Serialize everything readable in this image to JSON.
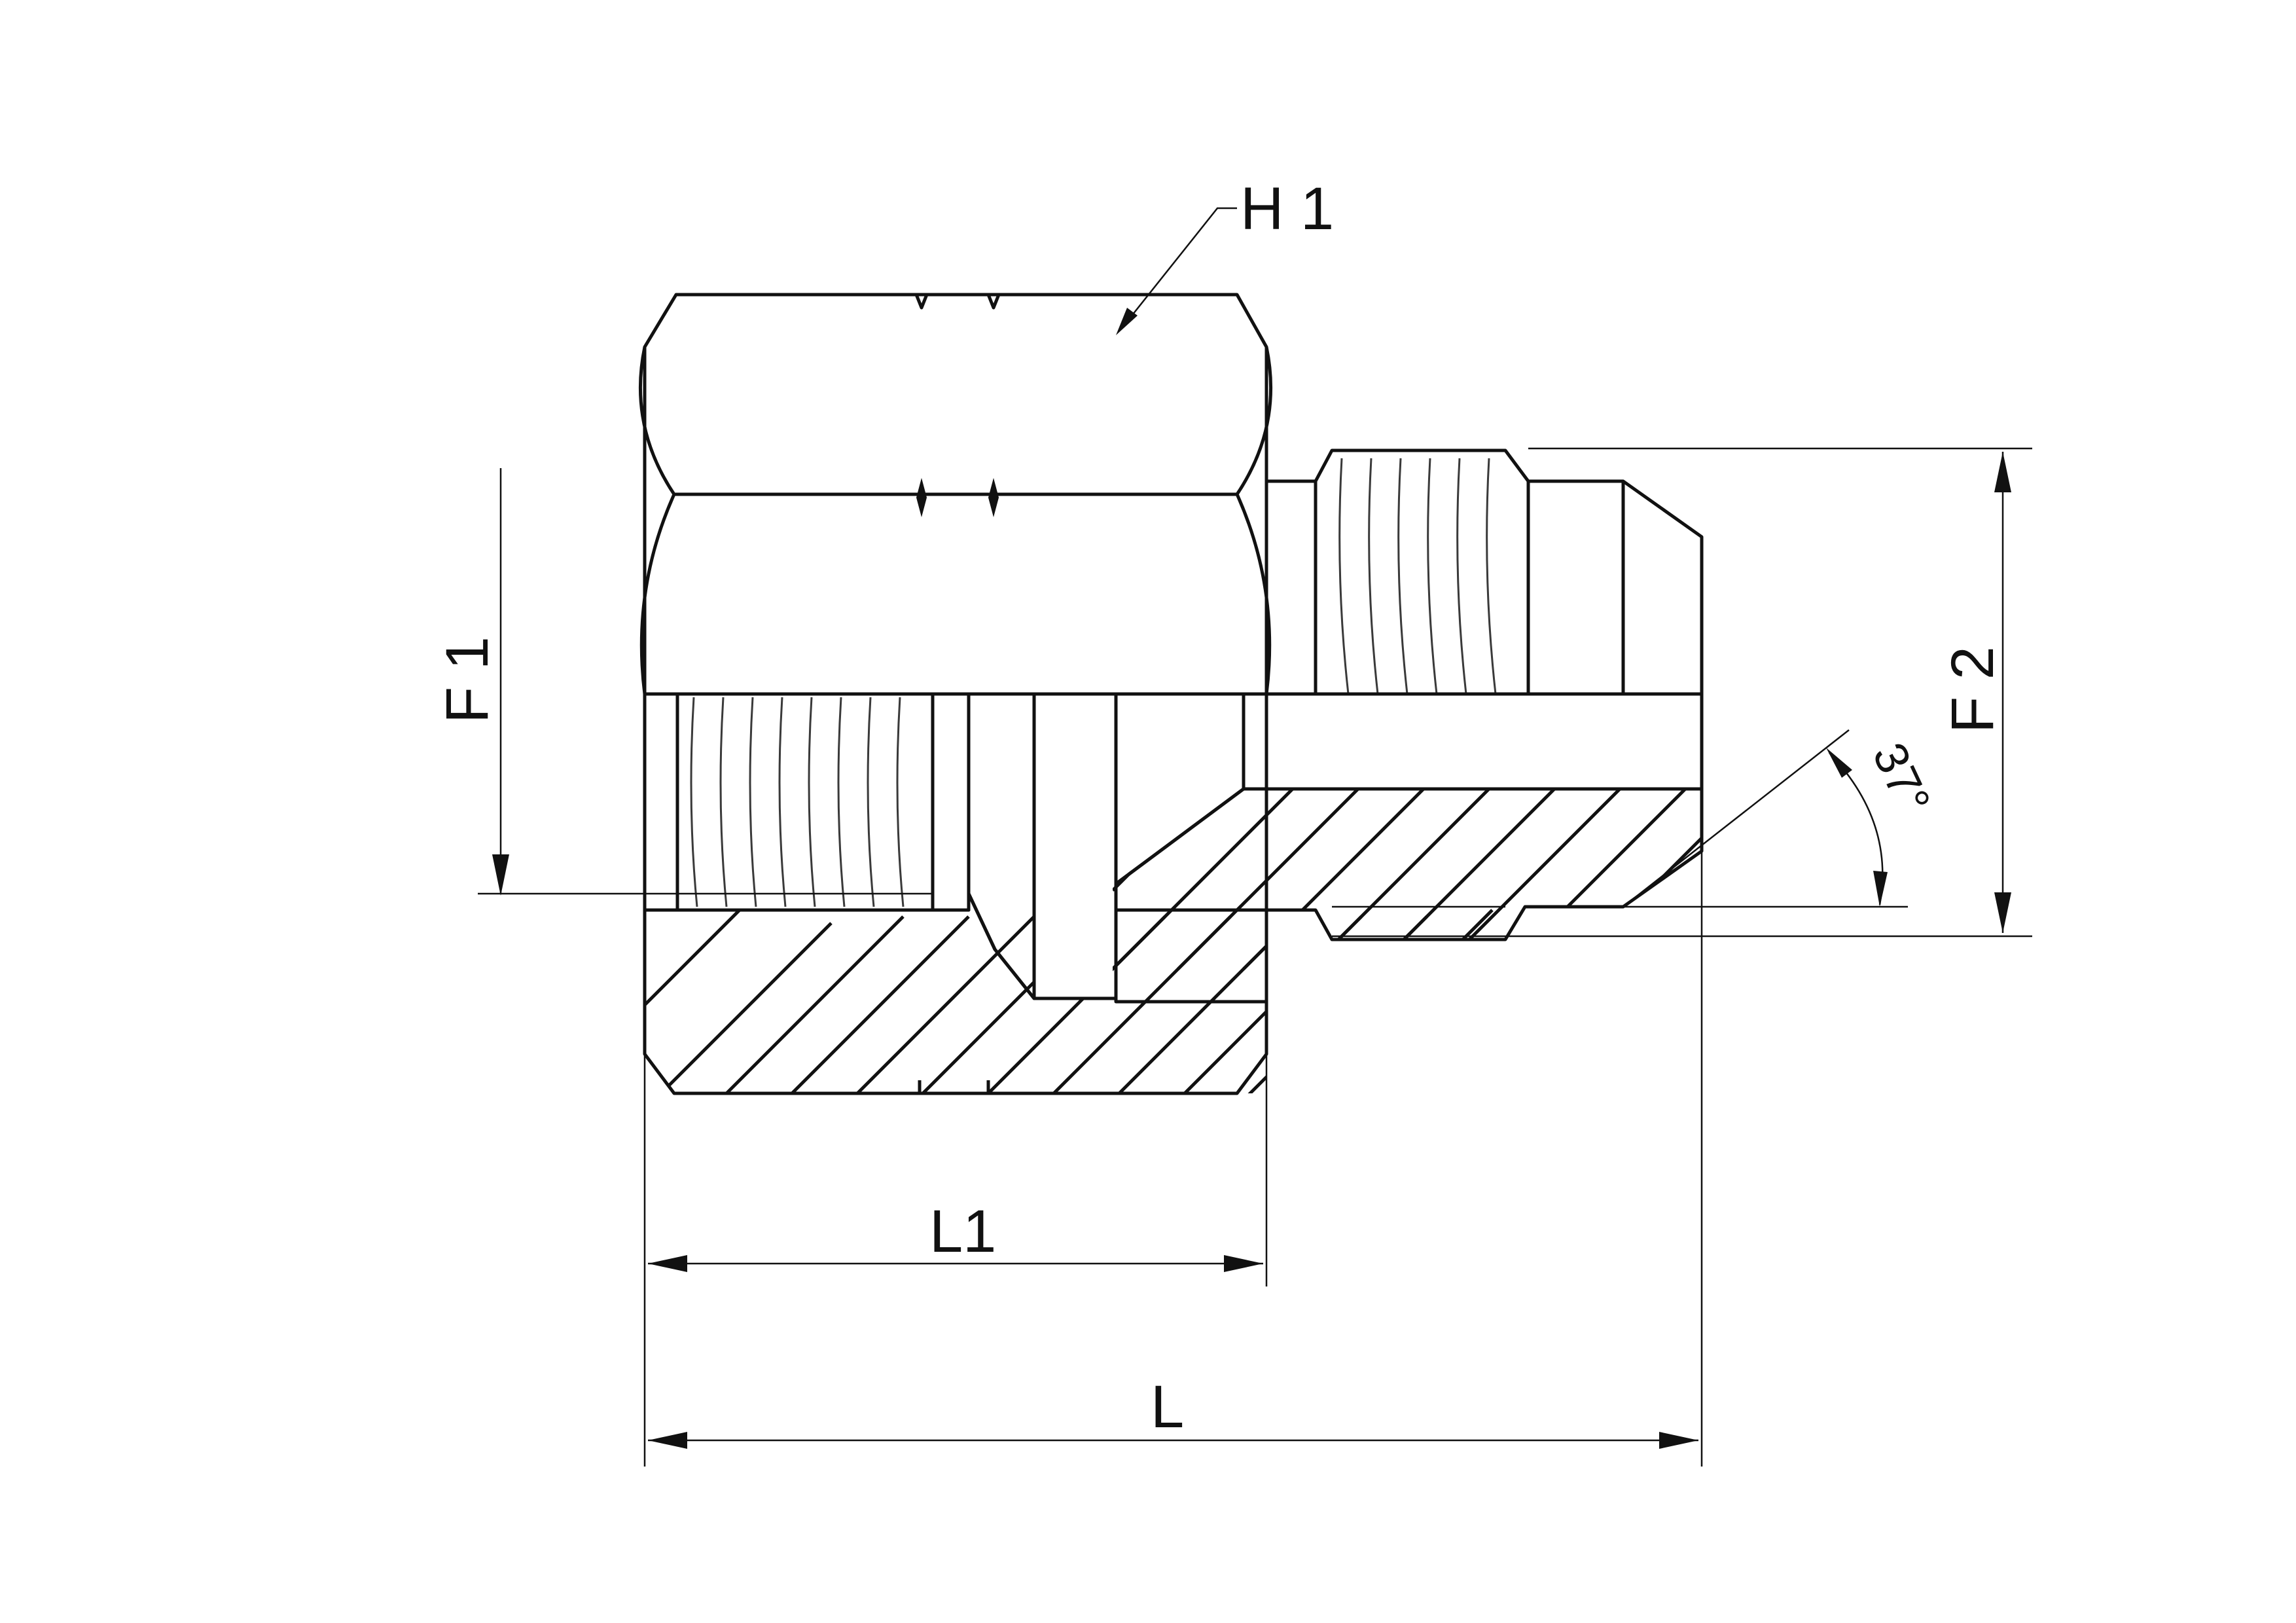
{
  "labels": {
    "h1": "H 1",
    "f1": "F 1",
    "f2": "F 2",
    "l1": "L1",
    "l": "L",
    "angle": "37°"
  },
  "colors": {
    "hex_light": "#b2b2b2",
    "hex_dark": "#8f8f8f",
    "body_mid": "#a6a6a6",
    "bore": "#b8b8b8",
    "section": "#8c8c8c",
    "thread_dark": "#6e6e6e",
    "line": "#111111"
  }
}
